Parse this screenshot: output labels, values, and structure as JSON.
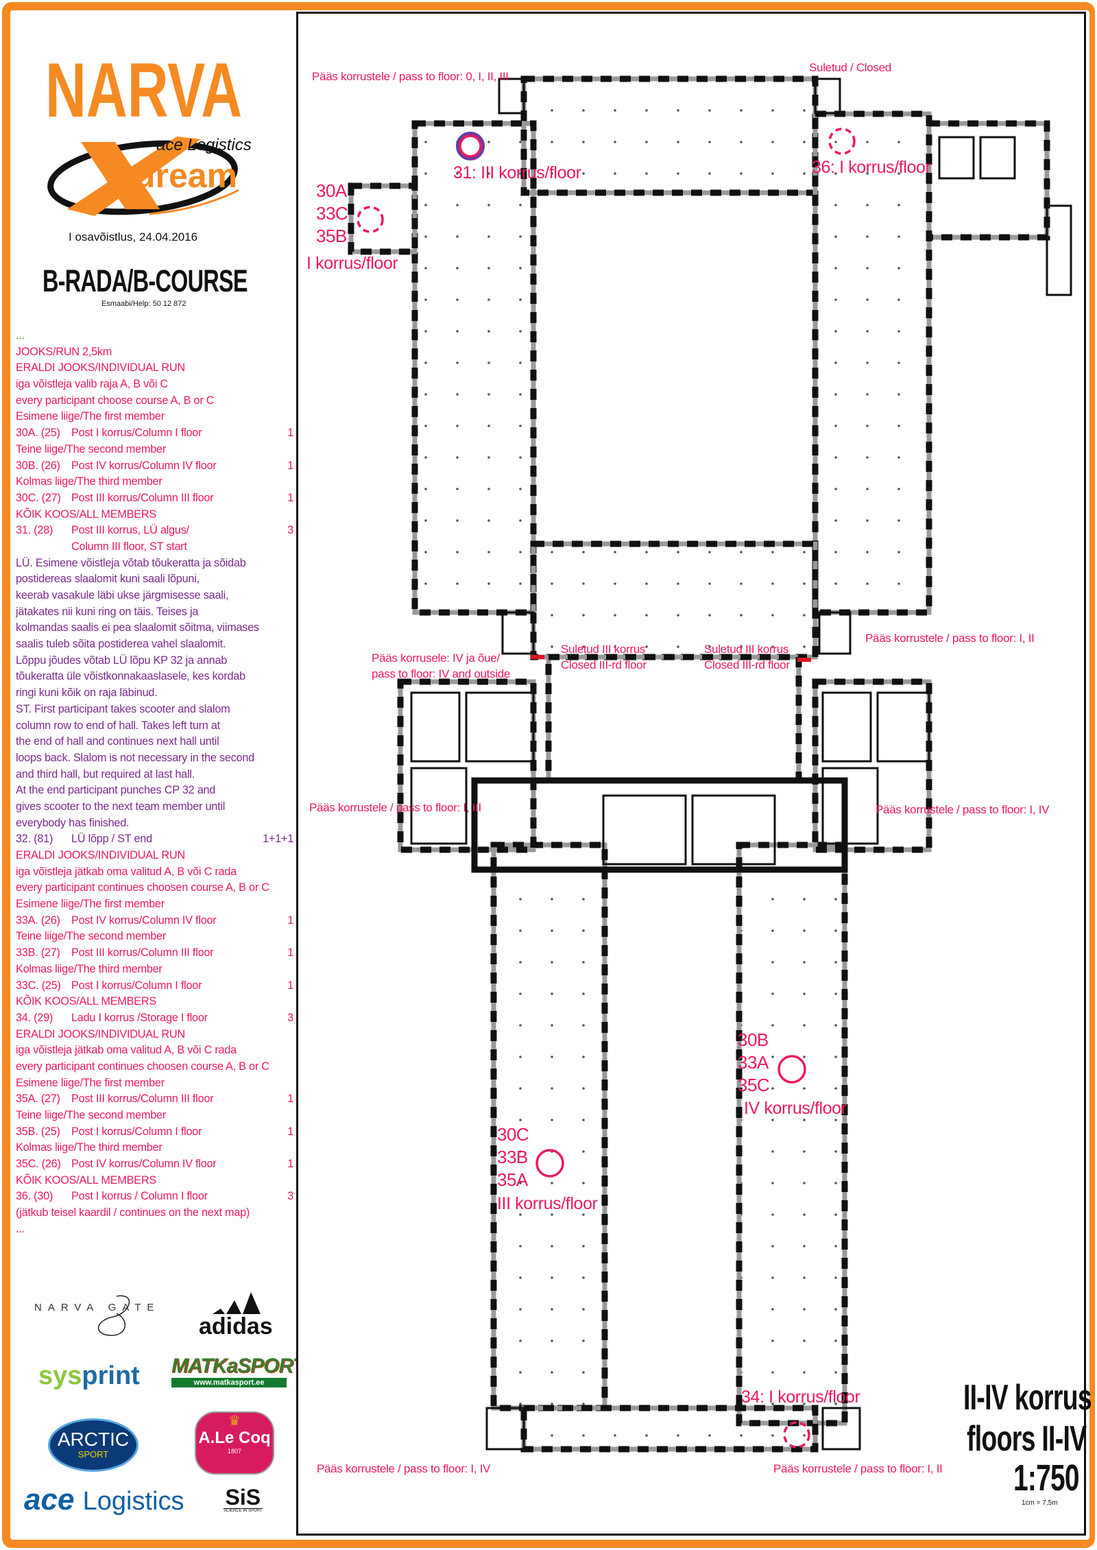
{
  "colors": {
    "orange": "#f58a22",
    "pink": "#ec1b5b",
    "purple": "#7b2c8c",
    "green": "#3a9a2a"
  },
  "header": {
    "event_title": "NARVA",
    "logo_text": {
      "top": "ace Logistics",
      "main": "dream",
      "x": "X"
    },
    "date": "I osavõistlus, 24.04.2016",
    "course_title": "B-RADA/B-COURSE",
    "help": "Esmaabi/Help: 50 12 872"
  },
  "course_lines": [
    {
      "text": "...",
      "color": "green"
    },
    {
      "text": "JOOKS/RUN 2,5km",
      "color": "pink"
    },
    {
      "text": "ERALDI JOOKS/INDIVIDUAL RUN",
      "color": "pink"
    },
    {
      "text": "iga võistleja valib raja A, B või C",
      "color": "pink"
    },
    {
      "text": "every participant choose course A, B or C",
      "color": "pink"
    },
    {
      "text": "Esimene liige/The first member",
      "color": "pink"
    },
    {
      "code": "30A. (25)",
      "desc": "Post I korrus/Column I floor",
      "pts": "1",
      "color": "pink"
    },
    {
      "text": "Teine liige/The second member",
      "color": "pink"
    },
    {
      "code": "30B. (26)",
      "desc": "Post IV korrus/Column IV floor",
      "pts": "1",
      "color": "pink"
    },
    {
      "text": "Kolmas liige/The third member",
      "color": "pink"
    },
    {
      "code": "30C. (27)",
      "desc": "Post III korrus/Column III floor",
      "pts": "1",
      "color": "pink"
    },
    {
      "text": "KÕIK KOOS/ALL MEMBERS",
      "color": "pink"
    },
    {
      "code": "31.  (28)",
      "desc": "Post III korrus, LÜ algus/",
      "pts": "3",
      "color": "pink"
    },
    {
      "code": "",
      "desc": "Column III floor, ST start",
      "color": "pink"
    },
    {
      "text": "LÜ. Esimene võistleja võtab tõukeratta ja sõidab",
      "color": "purple"
    },
    {
      "text": "postidereas slaalomit kuni saali lõpuni,",
      "color": "purple"
    },
    {
      "text": "keerab vasakule läbi ukse järgmisesse saali,",
      "color": "purple"
    },
    {
      "text": "jätakates nii kuni ring on täis. Teises ja",
      "color": "purple"
    },
    {
      "text": "kolmandas saalis ei pea slaalomit sõitma, viimases",
      "color": "purple"
    },
    {
      "text": "saalis tuleb sõita postiderea vahel slaalomit.",
      "color": "purple"
    },
    {
      "text": "Lõppu jõudes võtab LÜ lõpu KP 32 ja annab",
      "color": "purple"
    },
    {
      "text": "tõukeratta üle võistkonnakaaslasele, kes kordab",
      "color": "purple"
    },
    {
      "text": "ringi kuni kõik on raja läbinud.",
      "color": "purple"
    },
    {
      "text": "ST. First participant takes scooter and slalom",
      "color": "purple"
    },
    {
      "text": "column row to end of hall. Takes left turn at",
      "color": "purple"
    },
    {
      "text": "the end of hall and continues next hall until",
      "color": "purple"
    },
    {
      "text": "loops back. Slalom is not necessary in the second",
      "color": "purple"
    },
    {
      "text": "and third hall, but required at last hall.",
      "color": "purple"
    },
    {
      "text": "At the end participant punches CP 32 and",
      "color": "purple"
    },
    {
      "text": "gives scooter to the next team member until",
      "color": "purple"
    },
    {
      "text": "everybody has finished.",
      "color": "purple"
    },
    {
      "code": "32.  (81)",
      "desc": "LÜ lõpp / ST end",
      "pts": "1+1+1",
      "color": "purple"
    },
    {
      "text": "ERALDI JOOKS/INDIVIDUAL RUN",
      "color": "pink"
    },
    {
      "text": "iga võistleja jätkab oma valitud A, B või C rada",
      "color": "pink"
    },
    {
      "text": "every participant continues choosen course A, B or C",
      "color": "pink"
    },
    {
      "text": "Esimene liige/The first member",
      "color": "pink"
    },
    {
      "code": "33A. (26)",
      "desc": "Post IV korrus/Column IV floor",
      "pts": "1",
      "color": "pink"
    },
    {
      "text": "Teine liige/The second member",
      "color": "pink"
    },
    {
      "code": "33B. (27)",
      "desc": "Post III korrus/Column III floor",
      "pts": "1",
      "color": "pink"
    },
    {
      "text": "Kolmas liige/The third member",
      "color": "pink"
    },
    {
      "code": "33C. (25)",
      "desc": "Post I korrus/Column I floor",
      "pts": "1",
      "color": "pink"
    },
    {
      "text": "KÕIK KOOS/ALL MEMBERS",
      "color": "pink"
    },
    {
      "code": "34.  (29)",
      "desc": "Ladu I korrus /Storage I floor",
      "pts": "3",
      "color": "pink"
    },
    {
      "text": "ERALDI JOOKS/INDIVIDUAL RUN",
      "color": "pink"
    },
    {
      "text": "iga võistleja jätkab oma valitud A, B või C rada",
      "color": "pink"
    },
    {
      "text": "every participant continues choosen course A, B or C",
      "color": "pink"
    },
    {
      "text": "Esimene liige/The first member",
      "color": "pink"
    },
    {
      "code": "35A. (27)",
      "desc": "Post III korrus/Column III floor",
      "pts": "1",
      "color": "pink"
    },
    {
      "text": "Teine liige/The second member",
      "color": "pink"
    },
    {
      "code": "35B. (25)",
      "desc": "Post I korrus/Column I floor",
      "pts": "1",
      "color": "pink"
    },
    {
      "text": "Kolmas liige/The third member",
      "color": "pink"
    },
    {
      "code": "35C. (26)",
      "desc": "Post IV korrus/Column IV floor",
      "pts": "1",
      "color": "pink"
    },
    {
      "text": "KÕIK KOOS/ALL MEMBERS",
      "color": "pink"
    },
    {
      "code": "36.  (30)",
      "desc": "Post I korrus / Column I floor",
      "pts": "3",
      "color": "pink"
    },
    {
      "text": "(jätkub teisel kaardil / continues on the next map)",
      "color": "pink"
    },
    {
      "text": "...",
      "color": "pink"
    }
  ],
  "sponsors": {
    "narva_gate": "NARVA GATE",
    "adidas": "adidas",
    "sysprint_a": "sys",
    "sysprint_b": "print",
    "matkasport": "MATKaSPORT",
    "matkasport_url": "www.matkasport.ee",
    "arctic": "ARCTIC",
    "arctic_sub": "SPORT",
    "alecoq": "A.Le Coq",
    "alecoq_year": "1807",
    "ace_a": "ace",
    "ace_b": "Logistics",
    "sis": "SiS",
    "sis_sub": "SCIENCE IN SPORT"
  },
  "map": {
    "labels": {
      "pass_top": "Pääs korrustele / pass to floor: 0, I, II, III",
      "closed_top": "Suletud / Closed",
      "cp31": "31: III korrus/floor",
      "cp36": "36: I korrus/floor",
      "cp_left_1": "30A",
      "cp_left_2": "33C",
      "cp_left_3": "35B",
      "cp_left_floor": "I korrus/floor",
      "pass_iv_1": "Pääs korrusele: IV ja õue/",
      "pass_iv_2": "pass to floor: IV and outside",
      "closed3_a1": "Suletud III korrus",
      "closed3_a2": "Closed III-rd floor",
      "closed3_b1": "Suletud III korrus",
      "closed3_b2": "Closed III-rd floor",
      "pass_right_mid": "Pääs korrustele / pass to floor: I, II",
      "pass_left_low": "Pääs korrustele / pass to floor: I, III",
      "pass_right_low": "Pääs korrustele / pass to floor: I, IV",
      "cp_r_1": "30B",
      "cp_r_2": "33A",
      "cp_r_3": "35C",
      "cp_r_floor": "IV korrus/floor",
      "cp_l_1": "30C",
      "cp_l_2": "33B",
      "cp_l_3": "35A",
      "cp_l_floor": "III korrus/floor",
      "cp34": "34: I korrus/floor",
      "pass_bottom_left": "Pääs korrustele / pass to floor: I, IV",
      "pass_bottom_right": "Pääs korrustele / pass to floor: I, II"
    },
    "legend": {
      "title1": "II-IV korrus",
      "title2": "floors II-IV",
      "scale": "1:750",
      "scale_note": "1cm = 7,5m"
    }
  }
}
